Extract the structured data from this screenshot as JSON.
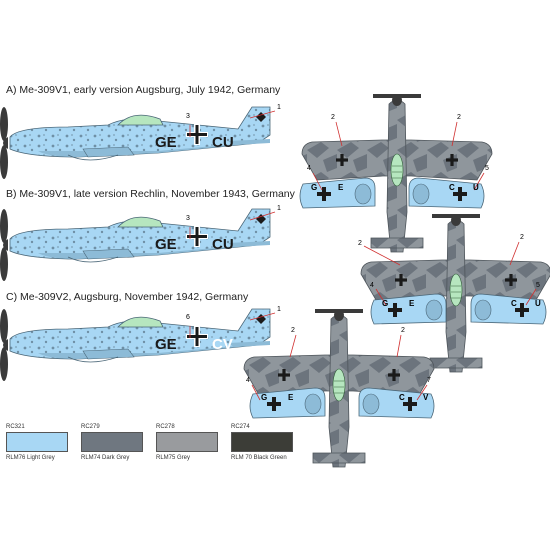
{
  "profiles": [
    {
      "caption": "A) Me-309V1, early version Augsburg, July 1942, Germany",
      "code_left": "GE",
      "code_right": "CU",
      "callout_top": "3",
      "callout_side": "1"
    },
    {
      "caption": "B) Me-309V1, late version Rechlin, November 1943, Germany",
      "code_left": "GE",
      "code_right": "CU",
      "callout_top": "3",
      "callout_side": "1"
    },
    {
      "caption": "C) Me-309V2, Augsburg, November 1942, Germany",
      "code_left": "GE",
      "code_right": "CV",
      "callout_top": "6",
      "callout_side": "1"
    }
  ],
  "plan_views": [
    {
      "wing_callout_left": "2",
      "wing_callout_right": "2",
      "under_callout_left": "4",
      "under_callout_right": "5",
      "under_left_code": [
        "G",
        "E"
      ],
      "under_right_code": [
        "C",
        "U"
      ]
    },
    {
      "wing_callout_left": "2",
      "wing_callout_right": "2",
      "under_callout_left": "4",
      "under_callout_right": "5",
      "under_left_code": [
        "G",
        "E"
      ],
      "under_right_code": [
        "C",
        "U"
      ]
    },
    {
      "wing_callout_left": "2",
      "wing_callout_right": "2",
      "under_callout_left": "4",
      "under_callout_right": "7",
      "under_left_code": [
        "G",
        "E"
      ],
      "under_right_code": [
        "C",
        "V"
      ]
    }
  ],
  "palette": [
    {
      "code": "RC321",
      "name": "RLM76 Light Grey",
      "color": "#a8d7f4"
    },
    {
      "code": "RC279",
      "name": "RLM74 Dark Grey",
      "color": "#6f7780"
    },
    {
      "code": "RC278",
      "name": "RLM75 Grey",
      "color": "#999b9e"
    },
    {
      "code": "RC274",
      "name": "RLM 70 Black Green",
      "color": "#3c3d37"
    }
  ],
  "colors": {
    "light_blue": "#a8d7f4",
    "dark_grey": "#6f7780",
    "mid_grey": "#8f969c",
    "canopy": "#b6e6bf",
    "cross": "#1a1a1a"
  }
}
